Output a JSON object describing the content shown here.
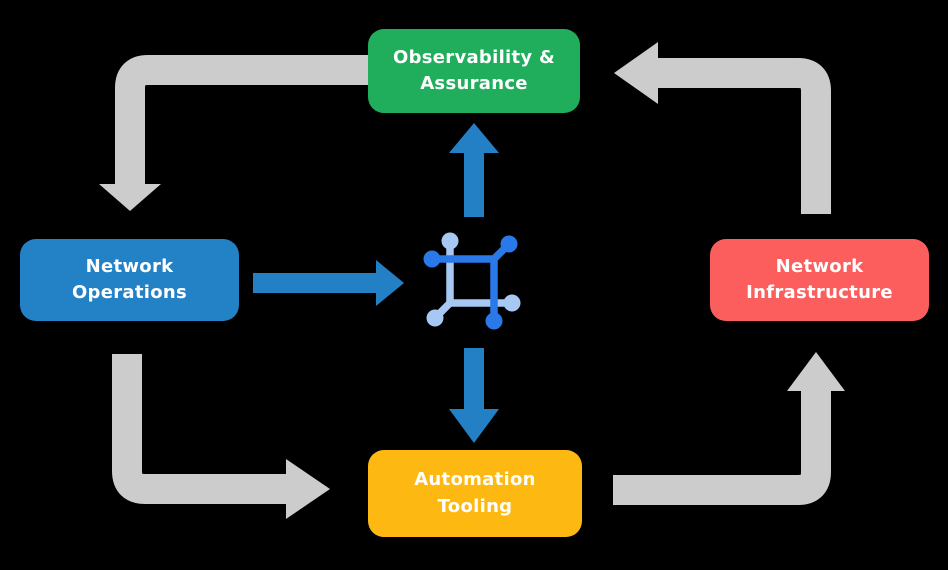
{
  "palette": {
    "background": "#000000",
    "node_green": "#21AE5C",
    "node_blue": "#2381C6",
    "node_red": "#FC5D5D",
    "node_yellow": "#FDB911",
    "arrow_gray": "#CCCCCC",
    "arrow_blue": "#2380C5",
    "icon_dark_blue": "#2979E9",
    "icon_light_blue": "#A6C8F2",
    "label_text": "#FFFFFF"
  },
  "nodes": {
    "observability": {
      "label": "Observability &\nAssurance"
    },
    "operations": {
      "label": "Network\nOperations"
    },
    "infrastructure": {
      "label": "Network\nInfrastructure"
    },
    "automation": {
      "label": "Automation\nTooling"
    }
  },
  "center_icon": {
    "name": "network-mesh-icon"
  },
  "flows": {
    "gray_cycle": [
      "observability-to-operations",
      "operations-to-automation",
      "automation-to-infrastructure",
      "infrastructure-to-observability"
    ],
    "blue_flows": [
      "operations-to-center",
      "center-to-observability",
      "center-to-automation"
    ]
  }
}
